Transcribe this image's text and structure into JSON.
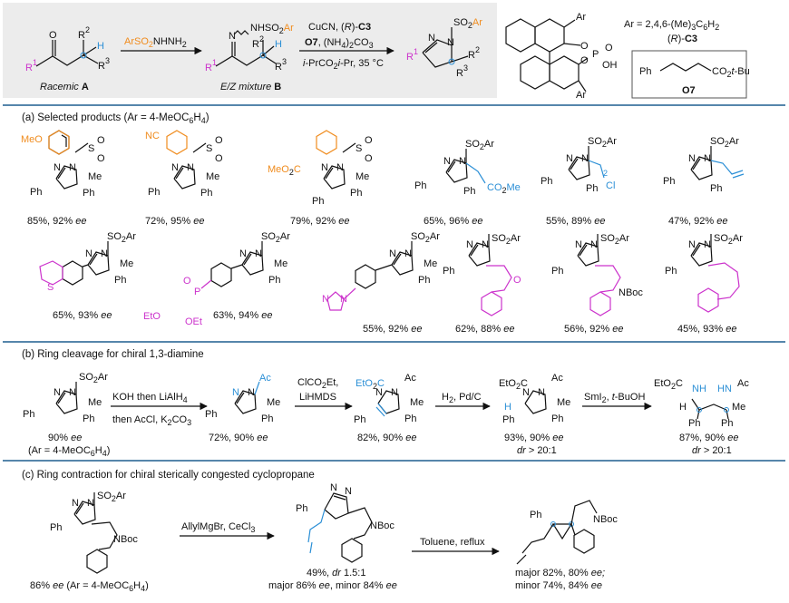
{
  "colors": {
    "magenta": "#cc33cc",
    "orange": "#f08c1e",
    "blue": "#2b8fd6",
    "divider": "#1f5f8f",
    "header_bg": "#ececec"
  },
  "top": {
    "substrate_label_a": "Racemic ",
    "substrate_label_b": "A",
    "atoms": {
      "O": "O",
      "R1": "R",
      "R1_sup": "1",
      "R2": "R",
      "R2_sup": "2",
      "R3": "R",
      "R3_sup": "3",
      "H": "H",
      "N": "N"
    },
    "reagent1_a": "ArSO",
    "reagent1_b": "2",
    "reagent1_c": "NHNH",
    "reagent1_d": "2",
    "hydrazone_group": "NHSO",
    "hydrazone_group_sub": "2",
    "hydrazone_ar": "Ar",
    "mixture_label_a": "E/Z mixture ",
    "mixture_label_b": "B",
    "cond1_a": "CuCN, (",
    "cond1_b": "R",
    "cond1_c": ")-",
    "cond1_d": "C3",
    "cond2_a": "O7",
    "cond2_b": ", (NH",
    "cond2_c": "4",
    "cond2_d": ")",
    "cond2_e": "2",
    "cond2_f": "CO",
    "cond2_g": "3",
    "cond3_a": "i",
    "cond3_b": "-PrCO",
    "cond3_c": "2",
    "cond3_d": "i",
    "cond3_e": "-Pr, 35 °C",
    "product_so2": "SO",
    "product_so2_sub": "2",
    "product_ar": "Ar",
    "catalyst_ar": "Ar",
    "catalyst_o": "O",
    "catalyst_p": "P",
    "catalyst_oh": "OH",
    "ar_def_a": "Ar = 2,4,6-(Me)",
    "ar_def_b": "3",
    "ar_def_c": "C",
    "ar_def_d": "6",
    "ar_def_e": "H",
    "ar_def_f": "2",
    "catalyst_label_a": "(",
    "catalyst_label_b": "R",
    "catalyst_label_c": ")-",
    "catalyst_label_d": "C3",
    "o7_ph": "Ph",
    "o7_ester_a": "CO",
    "o7_ester_b": "2",
    "o7_ester_c": "t",
    "o7_ester_d": "-Bu",
    "o7_label": "O7"
  },
  "section_a": {
    "title_a": "(a) Selected products (Ar = 4-MeOC",
    "title_b": "6",
    "title_c": "H",
    "title_d": "4",
    "title_e": ")",
    "common": {
      "N": "N",
      "S": "S",
      "O": "O",
      "Me": "Me",
      "Ph": "Ph",
      "SO2": "SO",
      "sub2": "2",
      "Ar": "Ar"
    },
    "row1": [
      {
        "sub_a": "MeO",
        "sub_b": "",
        "yield": "85%, 92% ",
        "ee": "ee"
      },
      {
        "sub_a": "NC",
        "sub_b": "",
        "yield": "72%, 95% ",
        "ee": "ee"
      },
      {
        "sub_a": "MeO",
        "sub_b": "2",
        "sub_c": "C",
        "yield": "79%, 92% ",
        "ee": "ee"
      },
      {
        "sub_a": "CO",
        "sub_b": "2",
        "sub_c": "Me",
        "yield": "65%, 96% ",
        "ee": "ee"
      },
      {
        "sub_a": "Cl",
        "sub_b": "2",
        "yield": "55%, 89% ",
        "ee": "ee"
      },
      {
        "yield": "47%, 92% ",
        "ee": "ee"
      }
    ],
    "row2": [
      {
        "het": "S",
        "yield": "65%, 93% ",
        "ee": "ee"
      },
      {
        "p_a": "P",
        "p_b": "O",
        "p_c": "EtO",
        "p_d": "OEt",
        "yield": "63%, 94% ",
        "ee": "ee"
      },
      {
        "n_a": "N",
        "n_b": "N",
        "yield": "55%, 92% ",
        "ee": "ee"
      },
      {
        "o": "O",
        "yield": "62%, 88% ",
        "ee": "ee"
      },
      {
        "nboc": "NBoc",
        "yield": "56%, 92% ",
        "ee": "ee"
      },
      {
        "yield": "45%, 93% ",
        "ee": "ee"
      }
    ]
  },
  "section_b": {
    "title": "(b) Ring cleavage for chiral 1,3-diamine",
    "start_yield_a": "90% ",
    "start_yield_b": "ee",
    "start_ar_a": "(Ar = 4-MeOC",
    "start_ar_b": "6",
    "start_ar_c": "H",
    "start_ar_d": "4",
    "start_ar_e": ")",
    "step1_a": "KOH then LiAlH",
    "step1_b": "4",
    "step1_c": "then AcCl, K",
    "step1_d": "2",
    "step1_e": "CO",
    "step1_f": "3",
    "p1_yield_a": "72%, 90% ",
    "p1_yield_b": "ee",
    "step2_a": "ClCO",
    "step2_b": "2",
    "step2_c": "Et,",
    "step2_d": "LiHMDS",
    "p2_yield_a": "82%, 90% ",
    "p2_yield_b": "ee",
    "step3_a": "H",
    "step3_b": "2",
    "step3_c": ", Pd/C",
    "p3_yield_a": "93%, 90% ",
    "p3_yield_b": "ee",
    "p3_dr_a": "dr",
    "p3_dr_b": " > 20:1",
    "step4_a": "SmI",
    "step4_b": "2",
    "step4_c": ", ",
    "step4_d": "t",
    "step4_e": "-BuOH",
    "p4_yield_a": "87%, 90% ",
    "p4_yield_b": "ee",
    "p4_dr_a": "dr",
    "p4_dr_b": " > 20:1",
    "atoms": {
      "Ac": "Ac",
      "EtO2C_a": "EtO",
      "EtO2C_b": "2",
      "EtO2C_c": "C",
      "NH": "NH",
      "HN": "HN",
      "H": "H"
    }
  },
  "section_c": {
    "title": "(c) Ring contraction for chiral sterically congested cyclopropane",
    "start_yield_a": "86% ",
    "start_yield_b": "ee",
    "start_yield_c": " (Ar = 4-MeOC",
    "start_yield_d": "6",
    "start_yield_e": "H",
    "start_yield_f": "4",
    "start_yield_g": ")",
    "step1_a": "AllylMgBr, CeCl",
    "step1_b": "3",
    "mid_yield_a": "49%, ",
    "mid_yield_b": "dr",
    "mid_yield_c": " 1.5:1",
    "mid_yield2_a": "major 86% ",
    "mid_yield2_b": "ee",
    "mid_yield2_c": ", minor 84% ",
    "mid_yield2_d": "ee",
    "step2": "Toluene, reflux",
    "final1_a": "major 82%, 80% ",
    "final1_b": "ee;",
    "final2_a": "minor 74%, 84% ",
    "final2_b": "ee",
    "nboc": "NBoc"
  }
}
